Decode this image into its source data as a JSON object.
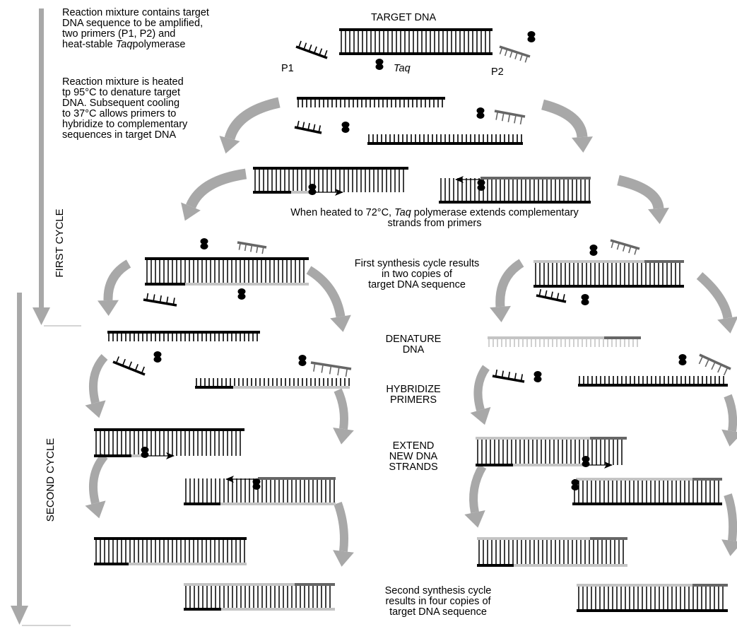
{
  "intro": {
    "line1": "Reaction mixture contains target",
    "line2": "DNA sequence to be amplified,",
    "line3": "two primers (P1, P2) and",
    "line4_pre": "heat-stable ",
    "line4_italic": "Taq",
    "line4_post": "polymerase"
  },
  "denature_text": {
    "line1": "Reaction mixture is heated",
    "line2": "tp 95°C to denature target",
    "line3": "DNA.  Subsequent cooling",
    "line4": "to 37°C allows primers to",
    "line5": "hybridize to complementary",
    "line6": "sequences in target DNA"
  },
  "labels": {
    "target_dna": "TARGET DNA",
    "p1": "P1",
    "p2": "P2",
    "taq": "Taq"
  },
  "extend_text": {
    "line1_pre": "When heated to 72°C, ",
    "line1_italic": "Taq",
    "line1_post": " polymerase extends complementary",
    "line2": "strands from primers"
  },
  "first_result": {
    "line1": "First synthesis cycle results",
    "line2": "in two copies of",
    "line3": "target DNA sequence"
  },
  "steps": {
    "denature1": "DENATURE",
    "denature2": "DNA",
    "hybridize1": "HYBRIDIZE",
    "hybridize2": "PRIMERS",
    "extend1": "EXTEND",
    "extend2": "NEW DNA",
    "extend3": "STRANDS"
  },
  "second_result": {
    "line1": "Second synthesis cycle",
    "line2": "results in four copies of",
    "line3": "target DNA sequence"
  },
  "cycles": {
    "first": "FIRST CYCLE",
    "second": "SECOND CYCLE"
  },
  "colors": {
    "strand": "#000000",
    "arrow_gray": "#a8a8a8",
    "new_strand": "#c4c4c4",
    "primer_gray": "#666666"
  }
}
